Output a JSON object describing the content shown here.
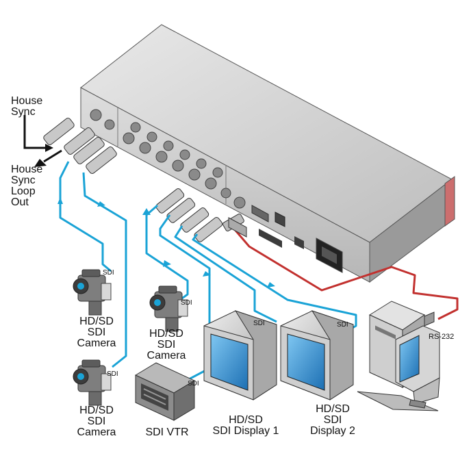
{
  "labels": {
    "house_sync": "House\nSync",
    "house_sync_loop_out": "House\nSync\nLoop\nOut",
    "camera_1": "HD/SD\nSDI\nCamera",
    "camera_2": "HD/SD\nSDI\nCamera",
    "camera_3": "HD/SD\nSDI\nCamera",
    "vtr": "SDI VTR",
    "display_1": "HD/SD\nSDI Display 1",
    "display_2": "HD/SD\nSDI\nDisplay 2",
    "rs232": "RS-232",
    "sdi_tag_cam1": "SDI",
    "sdi_tag_cam2": "SDI",
    "sdi_tag_cam3": "SDI",
    "sdi_tag_vtr": "SDI",
    "sdi_tag_disp1": "SDI",
    "sdi_tag_disp2": "SDI"
  },
  "colors": {
    "sdi_cable": "#1aa3d6",
    "rs232_cable": "#c2312f",
    "chassis": "#cfcfcf",
    "screen": "#2b8fd1"
  },
  "icons": [
    "bnc-connector-icon",
    "camera-icon",
    "vtr-icon",
    "monitor-icon",
    "pc-tower-icon",
    "arrow-icon"
  ]
}
